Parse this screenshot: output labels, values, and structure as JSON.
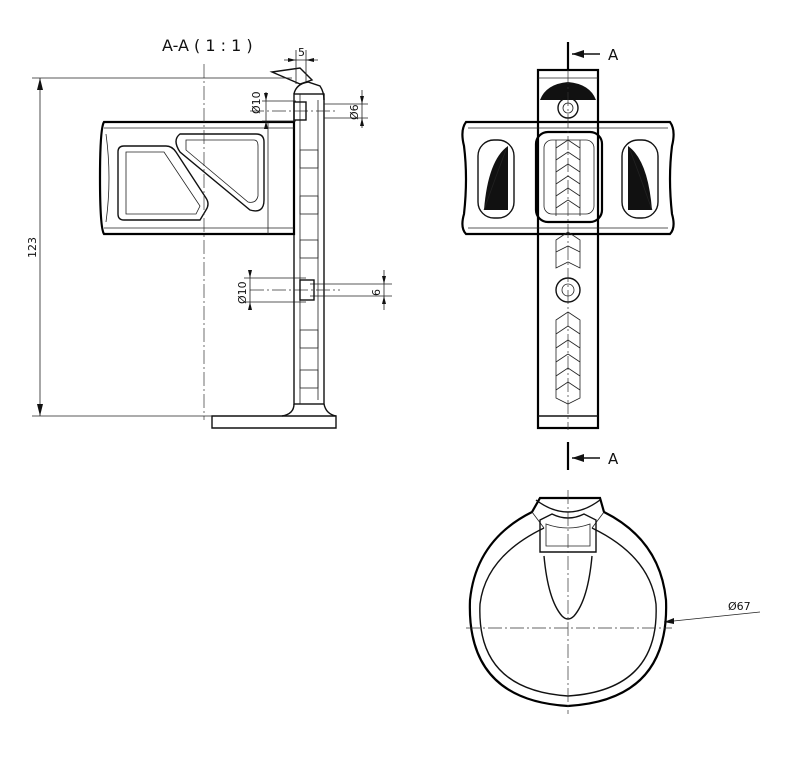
{
  "section_view": {
    "title": "A-A ( 1 : 1 )"
  },
  "dimensions": {
    "height": "123",
    "width_top": "5",
    "hole_upper_dia": "Ø10",
    "hole_upper_small": "Ø6",
    "hole_lower_dia": "Ø10",
    "hole_lower_offset": "6",
    "ring_dia": "Ø67"
  },
  "section_markers": {
    "top": "A",
    "bottom": "A"
  }
}
